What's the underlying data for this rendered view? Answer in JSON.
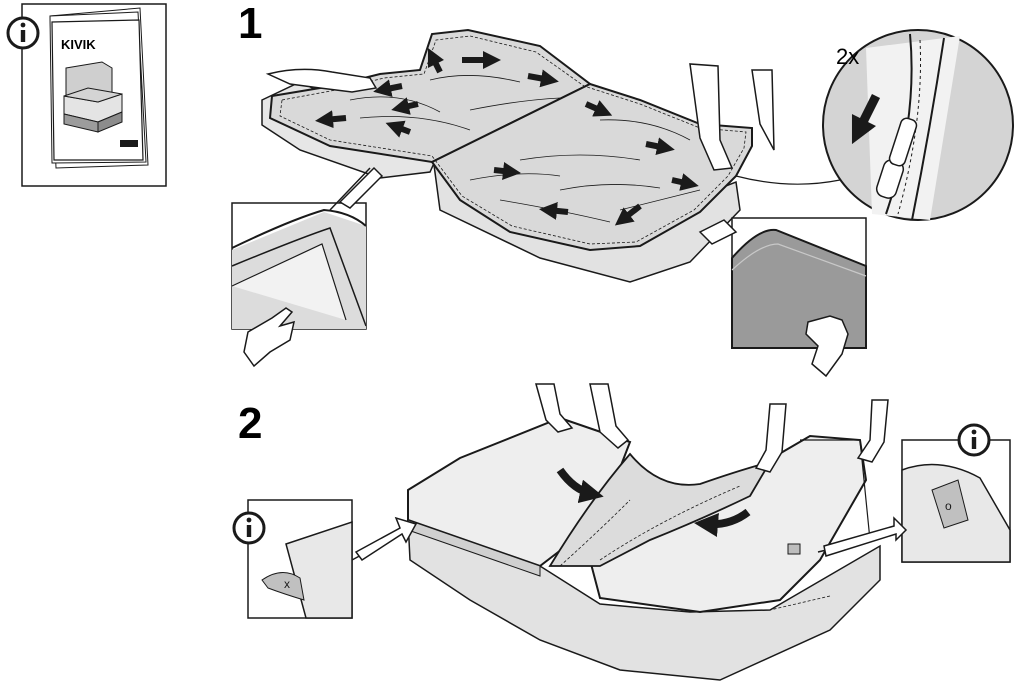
{
  "info_box": {
    "booklet_title": "KIVIK",
    "icon": "info-icon"
  },
  "steps": [
    {
      "number": "1",
      "zipper_count": "2x",
      "icons": [
        "arrow-icon",
        "hand-pointing-icon",
        "zipper-icon",
        "hand-icon"
      ]
    },
    {
      "number": "2",
      "tag_mark": "x",
      "tag_mark_right": "o",
      "icons": [
        "info-icon",
        "arrow-icon",
        "hand-icon"
      ]
    }
  ],
  "colors": {
    "ink": "#1a1a1a",
    "cover_fill": "#d9d9d9",
    "cushion_fill": "#eeeeee",
    "detail_fill": "#c8c8c8",
    "paper": "#ffffff"
  }
}
